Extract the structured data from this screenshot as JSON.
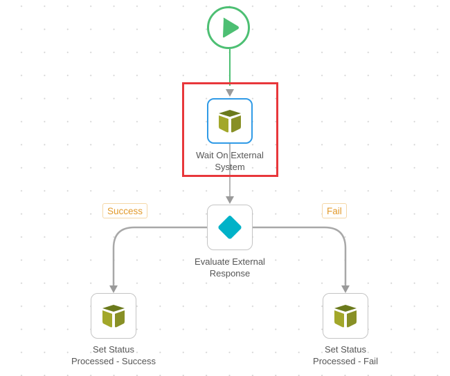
{
  "canvas": {
    "background": "#ffffff",
    "grid_dot_color": "#d3d3d3"
  },
  "nodes": {
    "start": {
      "type": "start",
      "icon": "play-icon",
      "color": "#4dbf73"
    },
    "wait": {
      "type": "activity",
      "label_line1": "Wait On External",
      "label_line2": "System",
      "icon": "cube-icon",
      "selected": true,
      "border_color": "#2f9ae6"
    },
    "evaluate": {
      "type": "decision",
      "label_line1": "Evaluate External",
      "label_line2": "Response",
      "icon": "diamond-icon",
      "icon_color": "#00b2c8"
    },
    "success": {
      "type": "activity",
      "label_line1": "Set Status",
      "label_line2": "Processed - Success",
      "icon": "cube-icon"
    },
    "fail": {
      "type": "activity",
      "label_line1": "Set Status",
      "label_line2": "Processed - Fail",
      "icon": "cube-icon"
    }
  },
  "branches": {
    "success": {
      "label": "Success",
      "color": "#e29a2c"
    },
    "fail": {
      "label": "Fail",
      "color": "#e29a2c"
    }
  },
  "cube_colors": {
    "top": "#6b7a1c",
    "left": "#a2a72a",
    "right": "#889026"
  },
  "highlight": {
    "target": "wait",
    "color": "#e8373b"
  }
}
